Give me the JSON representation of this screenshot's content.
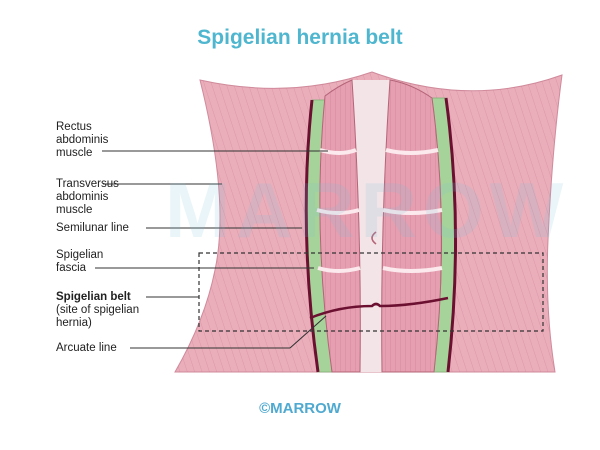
{
  "title": "Spigelian hernia belt",
  "labels": {
    "rectus": [
      "Rectus",
      "abdominis",
      "muscle"
    ],
    "transversus": [
      "Transversus",
      "abdominis",
      "muscle"
    ],
    "semilunar": "Semilunar line",
    "spigelian_fascia": [
      "Spigelian",
      "fascia"
    ],
    "spigelian_belt": [
      "Spigelian belt",
      "(site of spigelian",
      "hernia)"
    ],
    "arcuate": "Arcuate line"
  },
  "watermark": "MARROW",
  "copyright": "©MARROW",
  "colors": {
    "title": "#4fb6cf",
    "muscle": "#e8a7b5",
    "muscle_dark": "#c9788b",
    "fascia_green": "#9fce92",
    "outline": "#6b1030",
    "copyright": "#4fa9d0"
  }
}
